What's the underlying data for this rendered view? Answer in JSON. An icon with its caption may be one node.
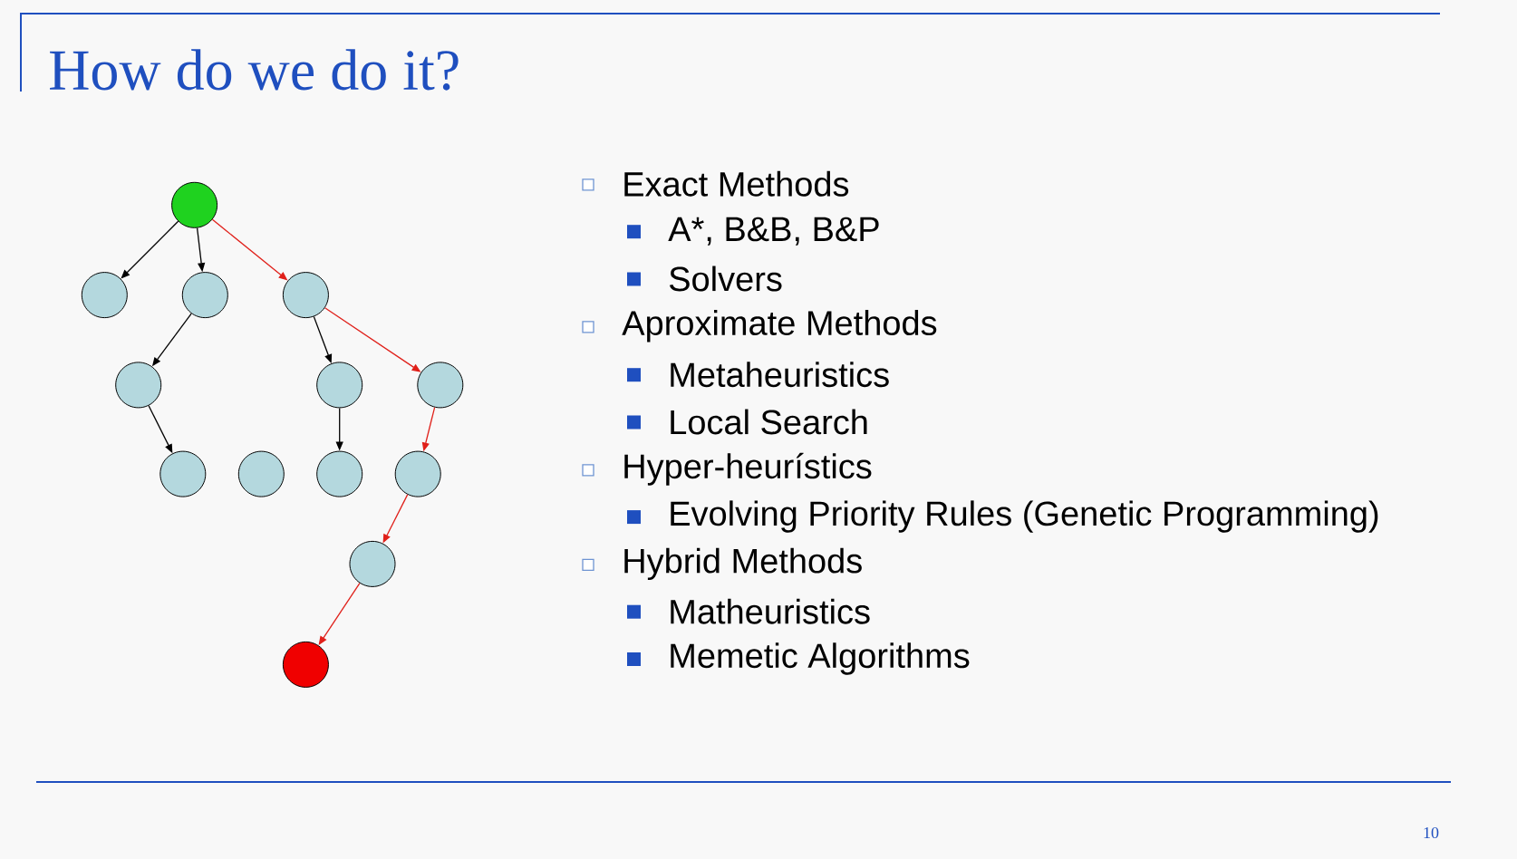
{
  "diagram": {
    "title": "How do we do it?",
    "nodes": [
      {
        "text": [],
        "shape": "circle"
      },
      {
        "text": [],
        "shape": "circle"
      },
      {
        "text": [],
        "shape": "circle"
      },
      {
        "text": [],
        "shape": "circle"
      },
      {
        "text": [],
        "shape": "circle"
      },
      {
        "text": [],
        "shape": "circle"
      },
      {
        "text": [],
        "shape": "circle"
      },
      {
        "text": [],
        "shape": "circle"
      },
      {
        "text": [],
        "shape": "circle"
      },
      {
        "text": [],
        "shape": "circle"
      },
      {
        "text": [],
        "shape": "circle"
      },
      {
        "text": [],
        "shape": "circle"
      },
      {
        "text": [],
        "shape": "circle"
      }
    ],
    "edges": [
      {
        "from": 0,
        "to": 1,
        "arrow": "to"
      },
      {
        "from": 0,
        "to": 2,
        "arrow": "to"
      },
      {
        "from": 0,
        "to": 3,
        "arrow": "to",
        "color": "#e0201a"
      },
      {
        "from": 2,
        "to": 4,
        "arrow": "to"
      },
      {
        "from": 3,
        "to": 5,
        "arrow": "to"
      },
      {
        "from": 3,
        "to": 6,
        "arrow": "to",
        "color": "#e0201a"
      },
      {
        "from": 4,
        "to": 7,
        "arrow": "to"
      },
      {
        "from": 5,
        "to": 9,
        "arrow": "to"
      },
      {
        "from": 6,
        "to": 10,
        "arrow": "to",
        "color": "#e0201a"
      },
      {
        "from": 10,
        "to": 11,
        "arrow": "to",
        "color": "#e0201a"
      },
      {
        "from": 11,
        "to": 12,
        "arrow": "to",
        "color": "#e0201a"
      }
    ],
    "labels": [
      "Exact Methods",
      "A*, B&B, B&P",
      "Solvers",
      "Aproximate Methods",
      "Metaheuristics",
      "Local Search",
      "Hyper-heurístics",
      "Evolving Priority Rules (Genetic Programming)",
      "Hybrid Methods",
      "Matheuristics",
      "Memetic Algorithms",
      "10"
    ]
  }
}
